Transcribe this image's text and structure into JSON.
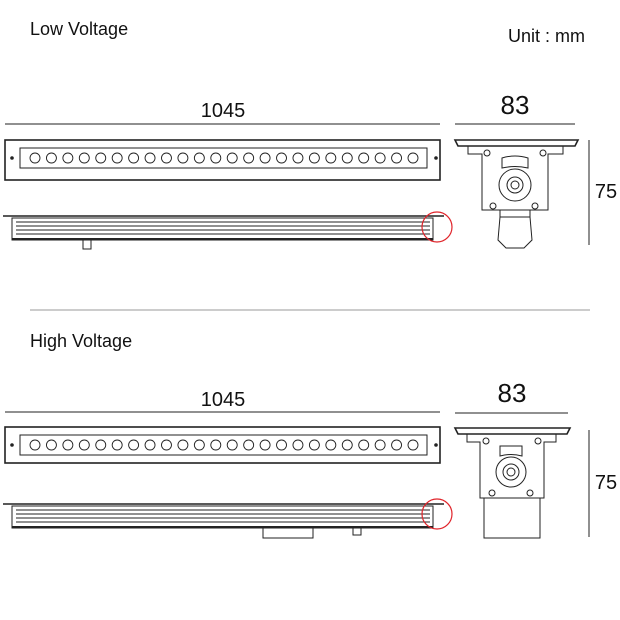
{
  "unit_label": "Unit : mm",
  "accent_color": "#e0242a",
  "led_count": 24,
  "sections": [
    {
      "title": "Low Voltage",
      "length": "1045",
      "width": "83",
      "height": "75"
    },
    {
      "title": "High Voltage",
      "length": "1045",
      "width": "83",
      "height": "75"
    }
  ]
}
